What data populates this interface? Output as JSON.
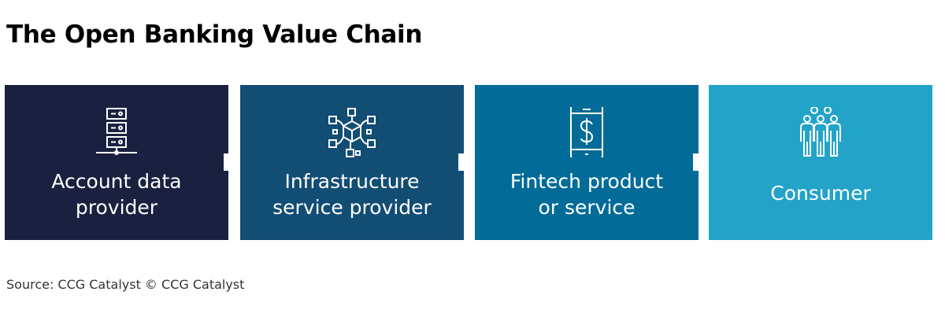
{
  "title": "The Open Banking Value Chain",
  "steps": [
    {
      "line1": "Account data",
      "line2": "provider",
      "icon": "server-icon",
      "color": "#1a2140"
    },
    {
      "line1": "Infrastructure",
      "line2": "service provider",
      "icon": "network-cube-icon",
      "color": "#124d74"
    },
    {
      "line1": "Fintech product",
      "line2": "or service",
      "icon": "mobile-dollar-icon",
      "color": "#026b98"
    },
    {
      "line1": "Consumer",
      "icon": "people-group-icon",
      "color": "#23a3c8"
    }
  ],
  "source": "Source: CCG Catalyst © CCG Catalyst"
}
